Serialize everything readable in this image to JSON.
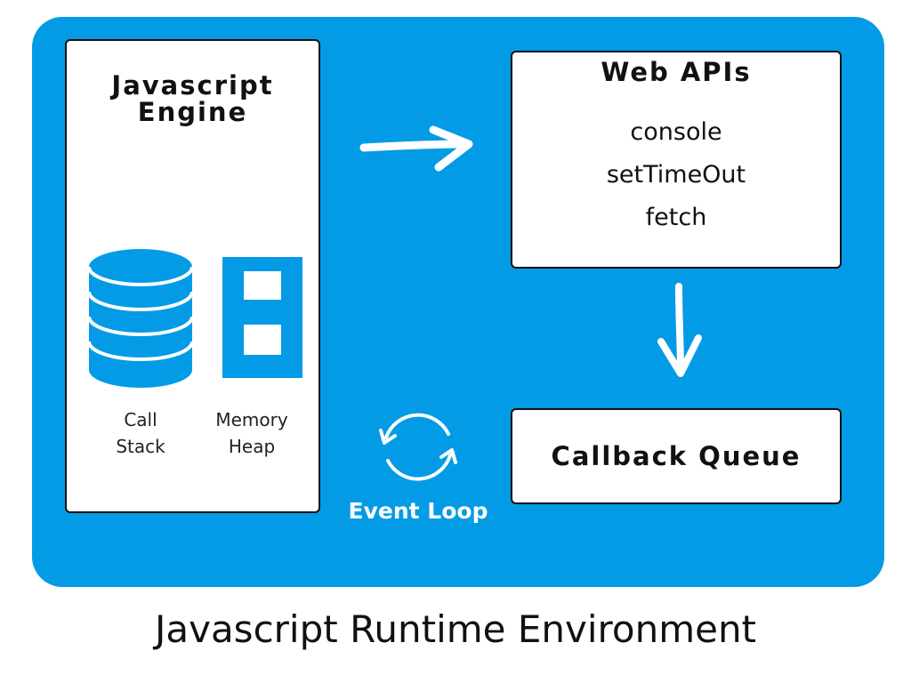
{
  "diagram": {
    "engine": {
      "title_line1": "Javascript",
      "title_line2": "Engine",
      "call_stack_line1": "Call",
      "call_stack_line2": "Stack",
      "memory_heap_line1": "Memory",
      "memory_heap_line2": "Heap"
    },
    "web_apis": {
      "title": "Web APIs",
      "items": [
        "console",
        "setTimeOut",
        "fetch"
      ]
    },
    "callback_queue": {
      "title": "Callback Queue"
    },
    "event_loop": {
      "label": "Event Loop",
      "icon": "refresh-cycle-icon"
    },
    "footer": {
      "title": "Javascript Runtime Environment"
    },
    "colors": {
      "panel": "#039be5",
      "box": "#ffffff",
      "border": "#111111",
      "icon": "#039be5"
    }
  }
}
